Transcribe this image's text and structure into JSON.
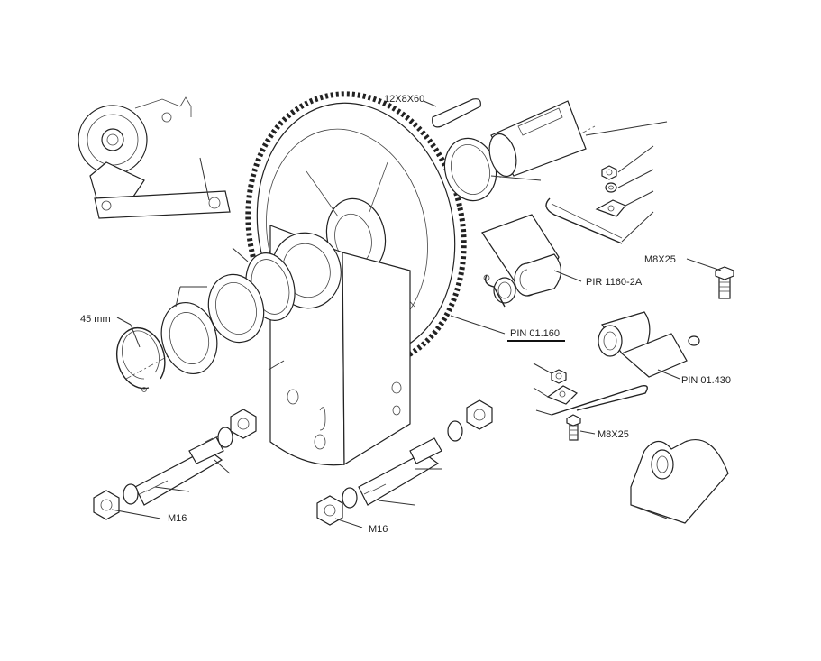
{
  "labels": {
    "key": "12X8X60",
    "circlip_size": "45 mm",
    "bolt_top": "M8X25",
    "pin_upper": "PIR 1160-2A",
    "pin_center": "PIN 01.160",
    "pin_right": "PIN 01.430",
    "bolt_mid": "M8X25",
    "nut_left": "M16",
    "nut_right": "M16"
  }
}
